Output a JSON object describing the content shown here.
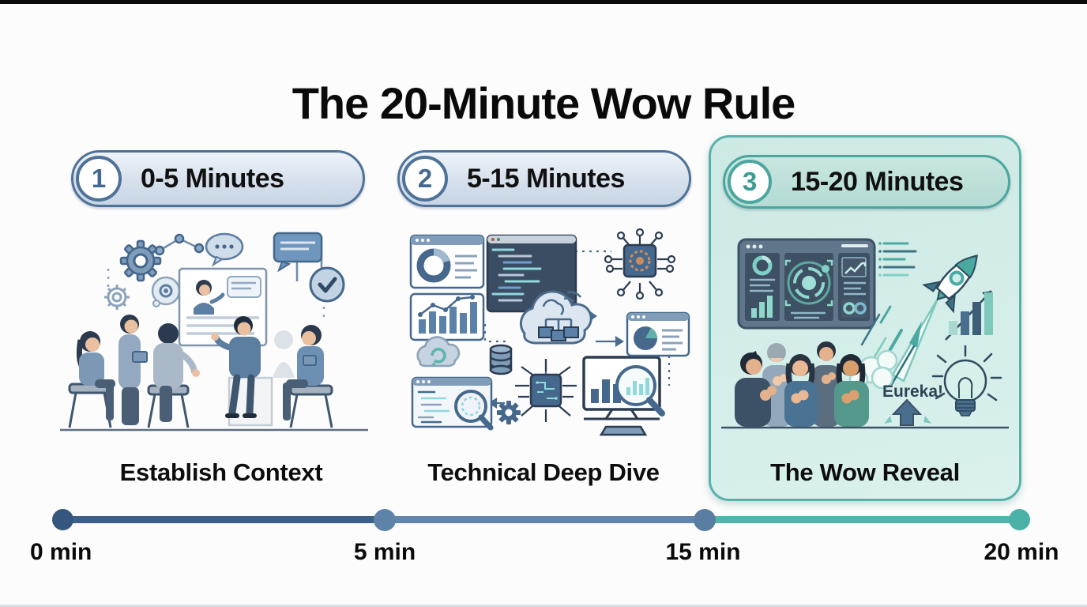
{
  "page": {
    "title": "The 20-Minute Wow Rule",
    "background_color": "#fcfcfc",
    "top_bar_color": "#0b0b0b"
  },
  "phases": [
    {
      "number": "1",
      "time_range": "0-5 Minutes",
      "caption": "Establish Context",
      "highlighted": false,
      "accent_color": "#4f7298",
      "badge_number_color": "#44698e",
      "pill_fill": "#d6e0ec",
      "illustration": "team-meeting-scene",
      "illustration_elements": [
        "gear-icon",
        "network-nodes-icon",
        "thought-bubble-icon",
        "speech-bubble-dots-icon",
        "chat-message-icon",
        "presentation-screen",
        "presenter-figure",
        "seated-audience",
        "check-circle-icon"
      ]
    },
    {
      "number": "2",
      "time_range": "5-15 Minutes",
      "caption": "Technical Deep Dive",
      "highlighted": false,
      "accent_color": "#4f7298",
      "badge_number_color": "#44698e",
      "pill_fill": "#d6e0ec",
      "illustration": "technical-architecture-scene",
      "illustration_elements": [
        "donut-chart-window",
        "bar-chart-panel",
        "code-editor-window",
        "cpu-chip-icon",
        "cloud-network-icon",
        "sync-cloud-icon",
        "database-icon",
        "code-search-window",
        "circuit-chip-icon",
        "analytics-monitor",
        "pie-chart-window",
        "magnifier-icon",
        "gear-icon"
      ]
    },
    {
      "number": "3",
      "time_range": "15-20 Minutes",
      "caption": "The Wow Reveal",
      "annotation": "Eureka!",
      "highlighted": true,
      "accent_color": "#4aa69e",
      "badge_number_color": "#3b9c93",
      "pill_fill": "#b3dbd4",
      "panel_fill": "#d2ebe6",
      "illustration": "celebration-rocket-scene",
      "illustration_elements": [
        "dashboard-screen",
        "metric-lines",
        "rocket-icon",
        "growth-arrow-icon",
        "bar-chart-icon",
        "lightbulb-icon",
        "up-arrow-icon",
        "clapping-team",
        "cloud-puff-icon"
      ]
    }
  ],
  "timeline": {
    "markers": [
      {
        "label": "0 min",
        "dot_color": "#35577d"
      },
      {
        "label": "5 min",
        "dot_color": "#5d83a8"
      },
      {
        "label": "15 min",
        "dot_color": "#5a7da2"
      },
      {
        "label": "20 min",
        "dot_color": "#4ab1a7"
      }
    ],
    "segments": [
      {
        "from": "0 min",
        "to": "5 min",
        "color": "#3c6089"
      },
      {
        "from": "5 min",
        "to": "15 min",
        "color": "#6286ab"
      },
      {
        "from": "15 min",
        "to": "20 min",
        "color": "#52b5ab"
      }
    ]
  }
}
